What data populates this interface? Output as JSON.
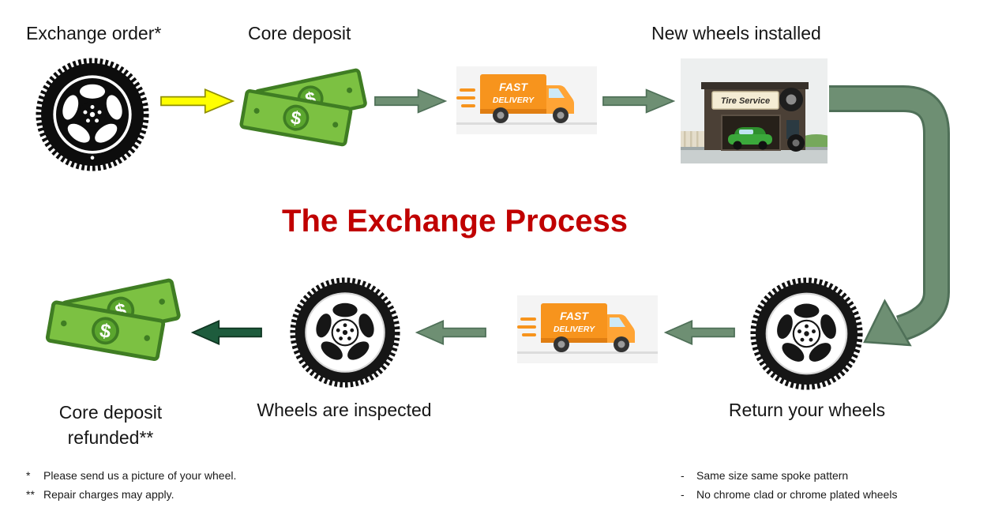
{
  "title": {
    "text": "The Exchange Process",
    "color": "#C00000"
  },
  "steps": {
    "exchange_order": {
      "label": "Exchange order*"
    },
    "core_deposit": {
      "label": "Core deposit"
    },
    "new_wheels_installed": {
      "label": "New wheels installed"
    },
    "return_your_wheels": {
      "label": "Return your wheels"
    },
    "wheels_inspected": {
      "label": "Wheels are inspected"
    },
    "core_deposit_refunded": {
      "line1": "Core deposit",
      "line2": "refunded**"
    }
  },
  "truck": {
    "line1": "FAST",
    "line2": "DELIVERY"
  },
  "shop": {
    "sign_text": "Tire Service"
  },
  "money": {
    "symbol": "$"
  },
  "footnotes": {
    "left": [
      {
        "marker": "*",
        "text": "Please send us a picture of your wheel."
      },
      {
        "marker": "**",
        "text": "Repair charges may apply."
      }
    ],
    "right": [
      {
        "marker": "-",
        "text": "Same size same spoke pattern"
      },
      {
        "marker": "-",
        "text": "No chrome clad or chrome plated wheels"
      }
    ]
  },
  "icons": {
    "wheel_black": "black-alloy-wheel-icon",
    "wheel_white": "white-alloy-wheel-icon",
    "money": "dollar-bills-icon",
    "truck": "fast-delivery-truck-icon",
    "shop": "tire-service-garage-icon"
  },
  "colors": {
    "arrow_green": "#6E8F73",
    "arrow_green_edge": "#4F7058",
    "arrow_dark_green": "#1E5C3D",
    "arrow_yellow": "#FFFF00",
    "money_green": "#7CC142",
    "truck_orange": "#F7941D",
    "title_red": "#C00000"
  }
}
